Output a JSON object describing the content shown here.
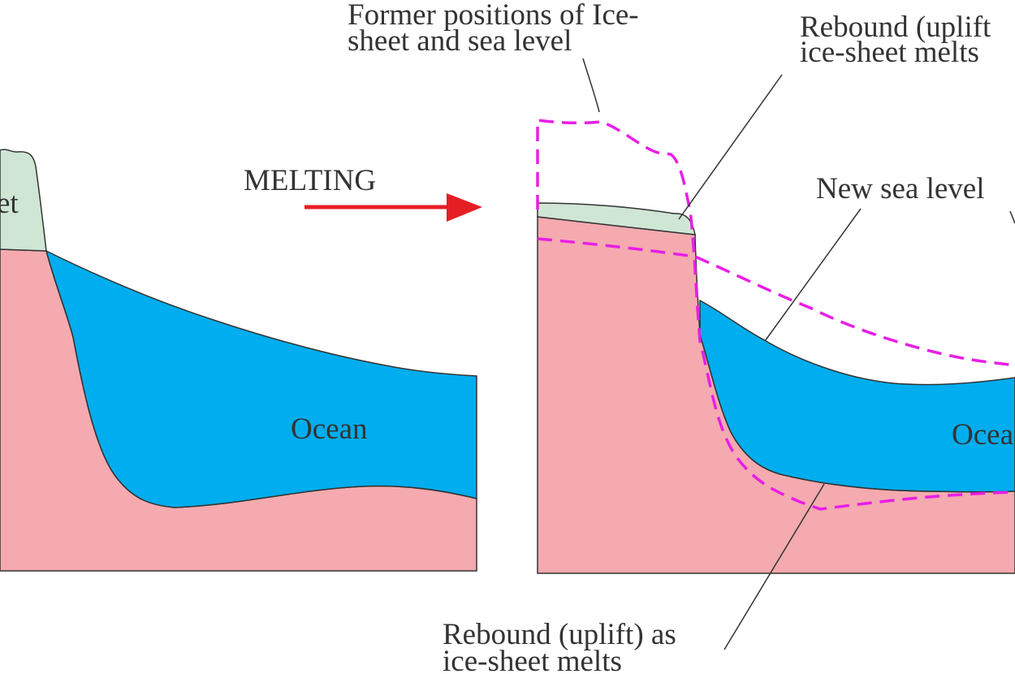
{
  "diagram": {
    "labels": {
      "ice_sheet_partial": "et",
      "ocean_left": "Ocean",
      "ocean_right_partial": "Ocea",
      "melting": "MELTING",
      "former_positions_line1": "Former positions of Ice-",
      "former_positions_line2": "sheet and sea level",
      "rebound_top_line1": "Rebound (uplift",
      "rebound_top_line2": "ice-sheet melts",
      "new_sea_level": "New sea level",
      "rebound_bottom_line1": "Rebound (uplift) as",
      "rebound_bottom_line2": "ice-sheet melts"
    },
    "colors": {
      "land": "#f4aaaf",
      "ocean": "#00adee",
      "ice": "#cfe6d4",
      "former_position_dashed": "#e81ee6",
      "arrow": "#e51e24",
      "outline": "#333333"
    }
  }
}
